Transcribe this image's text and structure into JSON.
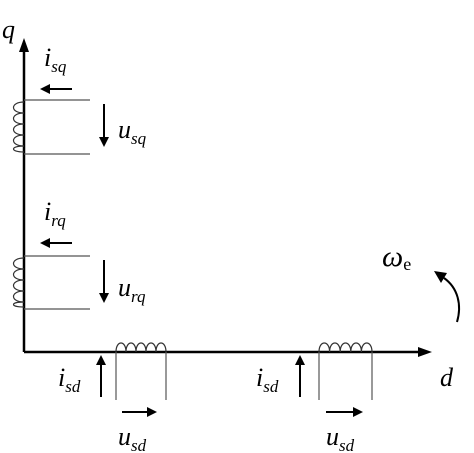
{
  "axes": {
    "q_label": "q",
    "d_label": "d"
  },
  "labels": {
    "i_sq": {
      "base": "i",
      "sub": "sq"
    },
    "u_sq": {
      "base": "u",
      "sub": "sq"
    },
    "i_rq": {
      "base": "i",
      "sub": "rq"
    },
    "u_rq": {
      "base": "u",
      "sub": "rq"
    },
    "i_sd_left": {
      "base": "i",
      "sub": "sd"
    },
    "u_sd_left": {
      "base": "u",
      "sub": "sd"
    },
    "i_sd_right": {
      "base": "i",
      "sub": "sd"
    },
    "u_sd_right": {
      "base": "u",
      "sub": "sd"
    },
    "omega": {
      "base": "ω",
      "sub": "e"
    }
  }
}
